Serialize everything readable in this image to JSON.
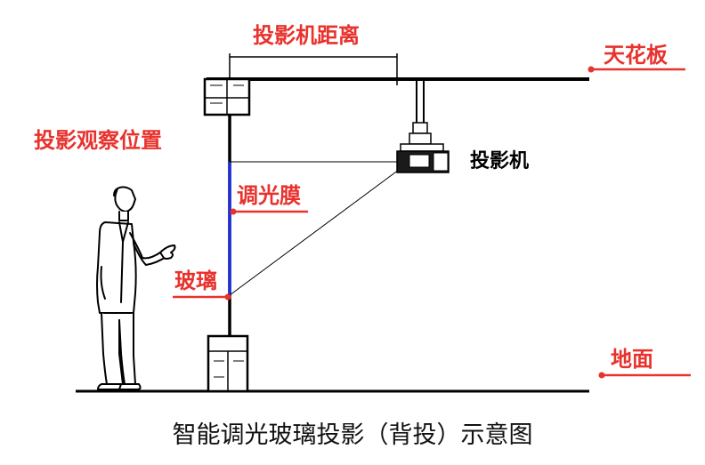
{
  "labels": {
    "projector_distance": "投影机距离",
    "ceiling": "天花板",
    "viewing_position": "投影观察位置",
    "projector": "投影机",
    "dimming_film": "调光膜",
    "glass": "玻璃",
    "floor": "地面"
  },
  "caption": "智能调光玻璃投影（背投）示意图",
  "colors": {
    "label_red": "#e8322d",
    "film_blue": "#1f2fd8",
    "line_black": "#000000"
  }
}
